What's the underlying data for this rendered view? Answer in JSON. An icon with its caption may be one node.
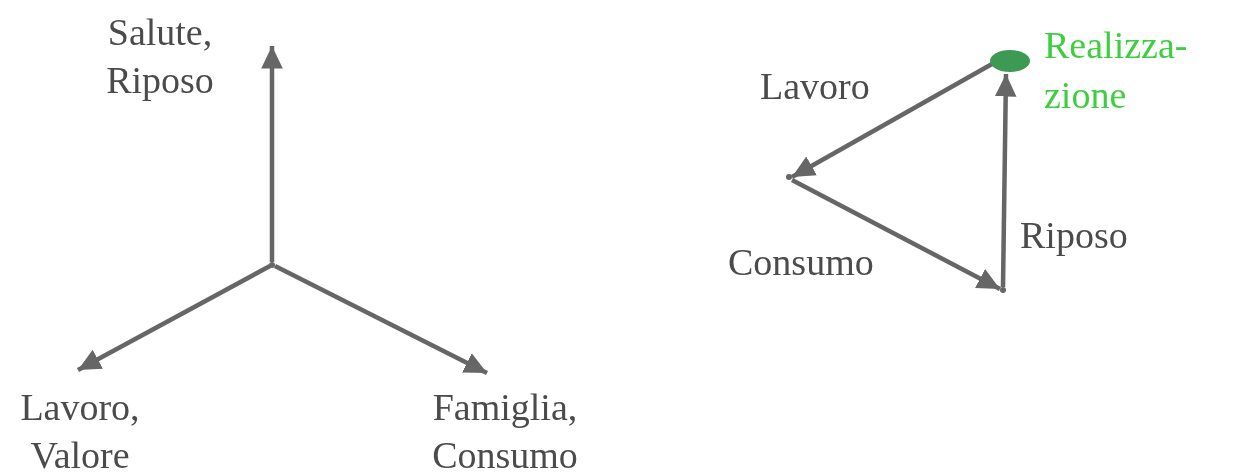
{
  "diagram": {
    "nodes": [
      {
        "text": [
          "Salute, Riposo"
        ]
      },
      {
        "text": [
          "Lavoro, Valore"
        ]
      },
      {
        "text": [
          "Famiglia, Consumo"
        ]
      },
      {
        "text": [],
        "shape": "point"
      },
      {
        "text": [],
        "shape": "circle",
        "beside": [
          "Realizza- zione"
        ]
      },
      {
        "text": [],
        "shape": "point"
      },
      {
        "text": [],
        "shape": "point"
      }
    ],
    "edges": [
      {
        "from": 3,
        "to": 0,
        "arrow": "to"
      },
      {
        "from": 3,
        "to": 1,
        "arrow": "to"
      },
      {
        "from": 3,
        "to": 2,
        "arrow": "to"
      },
      {
        "from": 4,
        "to": 5,
        "arrow": "to",
        "label": "Lavoro"
      },
      {
        "from": 5,
        "to": 6,
        "arrow": "to",
        "label": "Consumo"
      },
      {
        "from": 6,
        "to": 4,
        "arrow": "to",
        "label": "Riposo"
      }
    ]
  }
}
